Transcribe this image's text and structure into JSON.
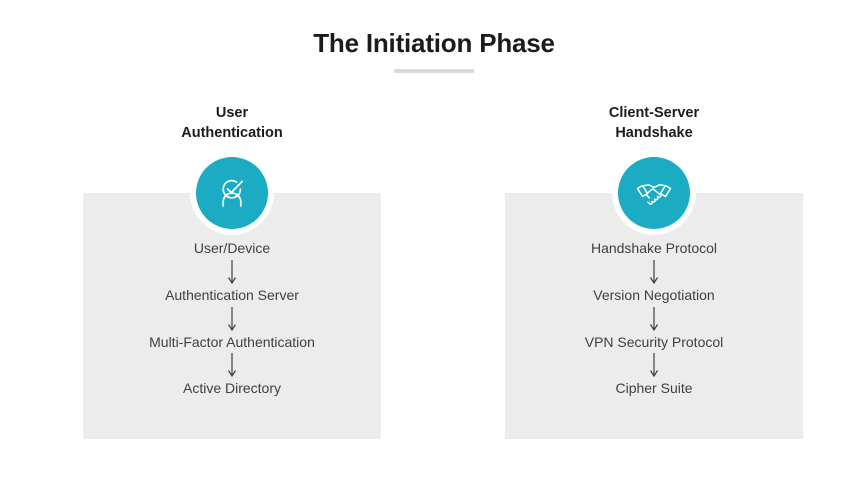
{
  "title": {
    "text": "The Initiation Phase"
  },
  "theme": {
    "accent": "#1babc2",
    "panel_bg": "#ececec",
    "text": "#3f3f3f",
    "heading": "#1b1b1b",
    "rule": "#d9d9d9"
  },
  "columns": [
    {
      "heading_line1": "User",
      "heading_line2": "Authentication",
      "icon": "user-check-icon",
      "steps": [
        "User/Device",
        "Authentication Server",
        "Multi-Factor Authentication",
        "Active Directory"
      ]
    },
    {
      "heading_line1": "Client-Server",
      "heading_line2": "Handshake",
      "icon": "handshake-icon",
      "steps": [
        "Handshake Protocol",
        "Version Negotiation",
        "VPN Security Protocol",
        "Cipher Suite"
      ]
    }
  ]
}
